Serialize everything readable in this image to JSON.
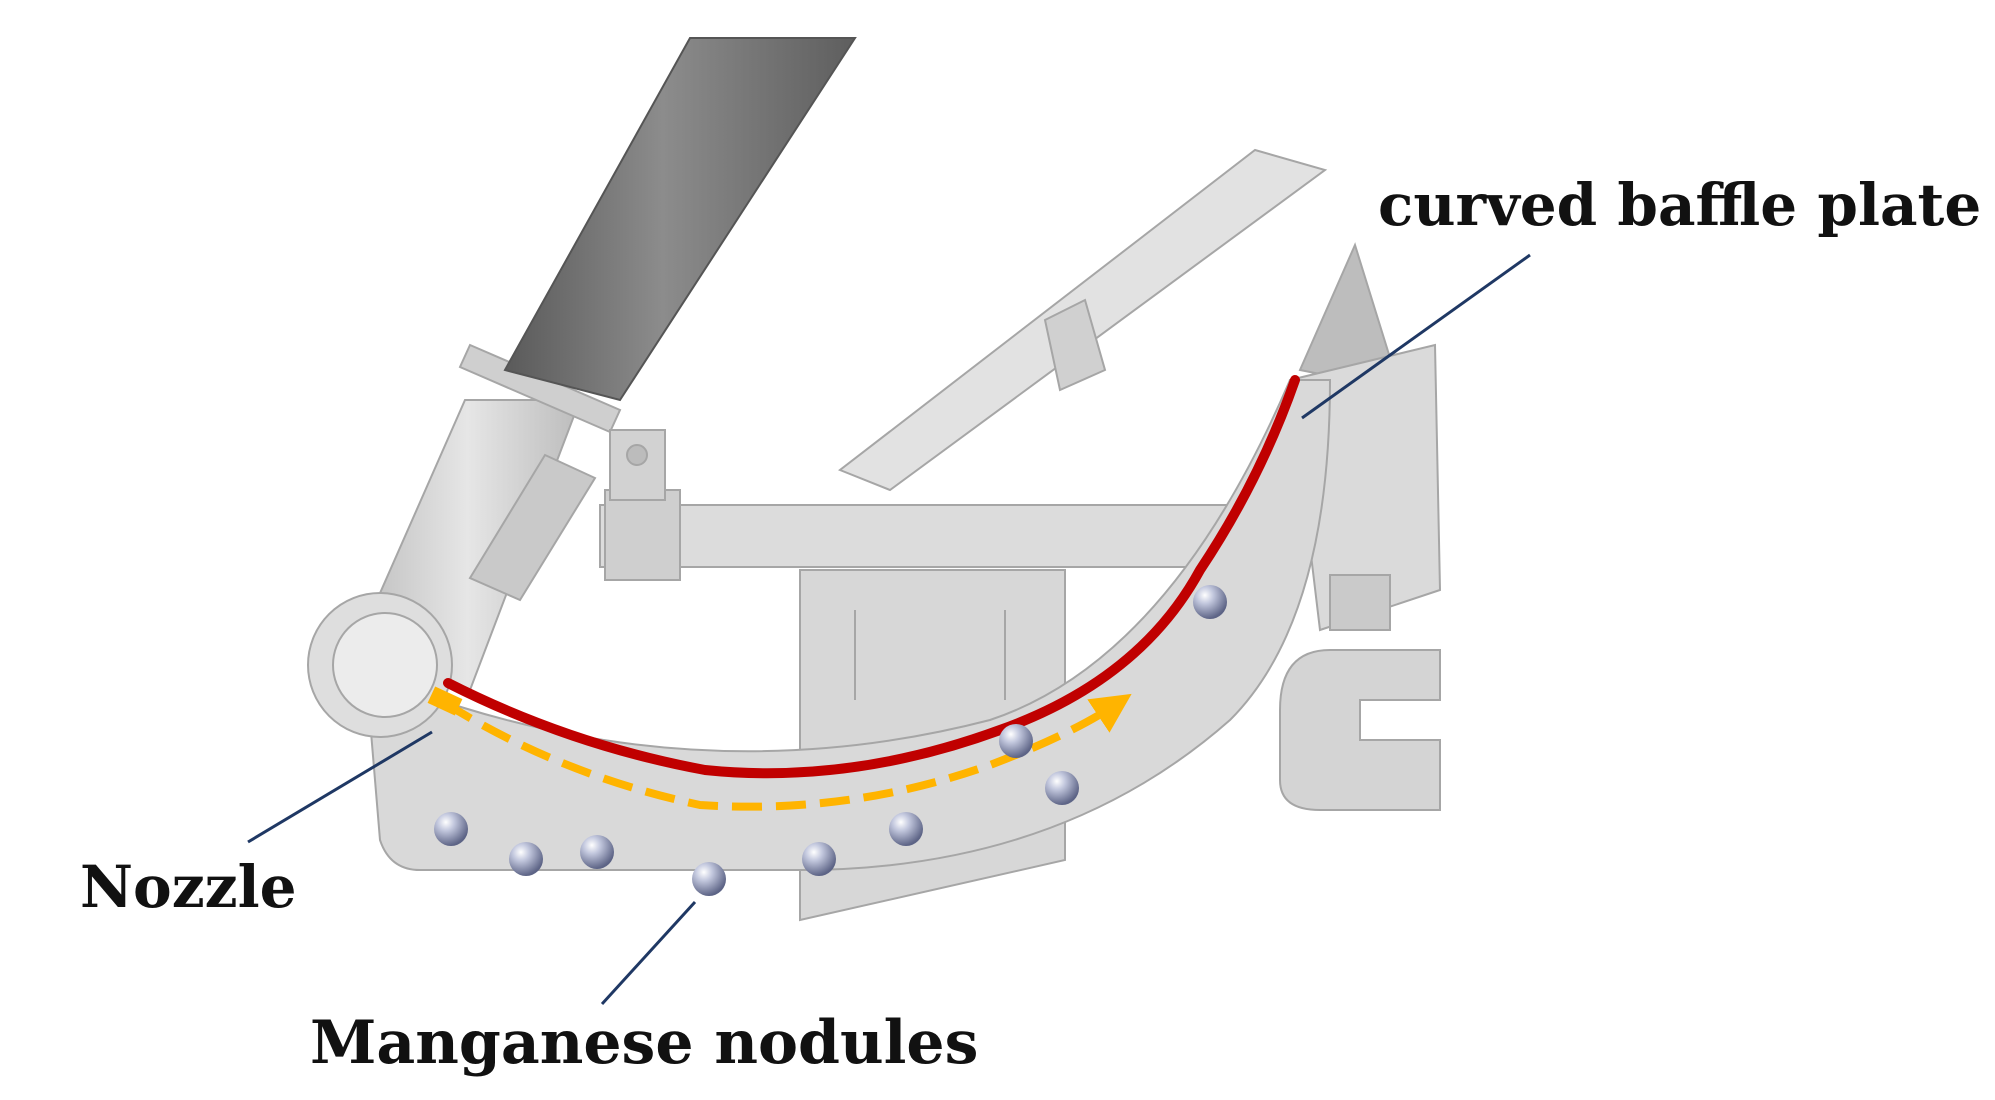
{
  "labels": {
    "baffle": "curved baffle plate",
    "nozzle": "Nozzle",
    "nodules": "Manganese nodules"
  },
  "colors": {
    "baffle_line": "#c00000",
    "flow_arrow": "#ffb400",
    "leader_line": "#1f3864",
    "nodule": "#8a92b4",
    "machine_body": "#d9d9d9",
    "machine_edge": "#a6a6a6",
    "hose": "#707070"
  }
}
